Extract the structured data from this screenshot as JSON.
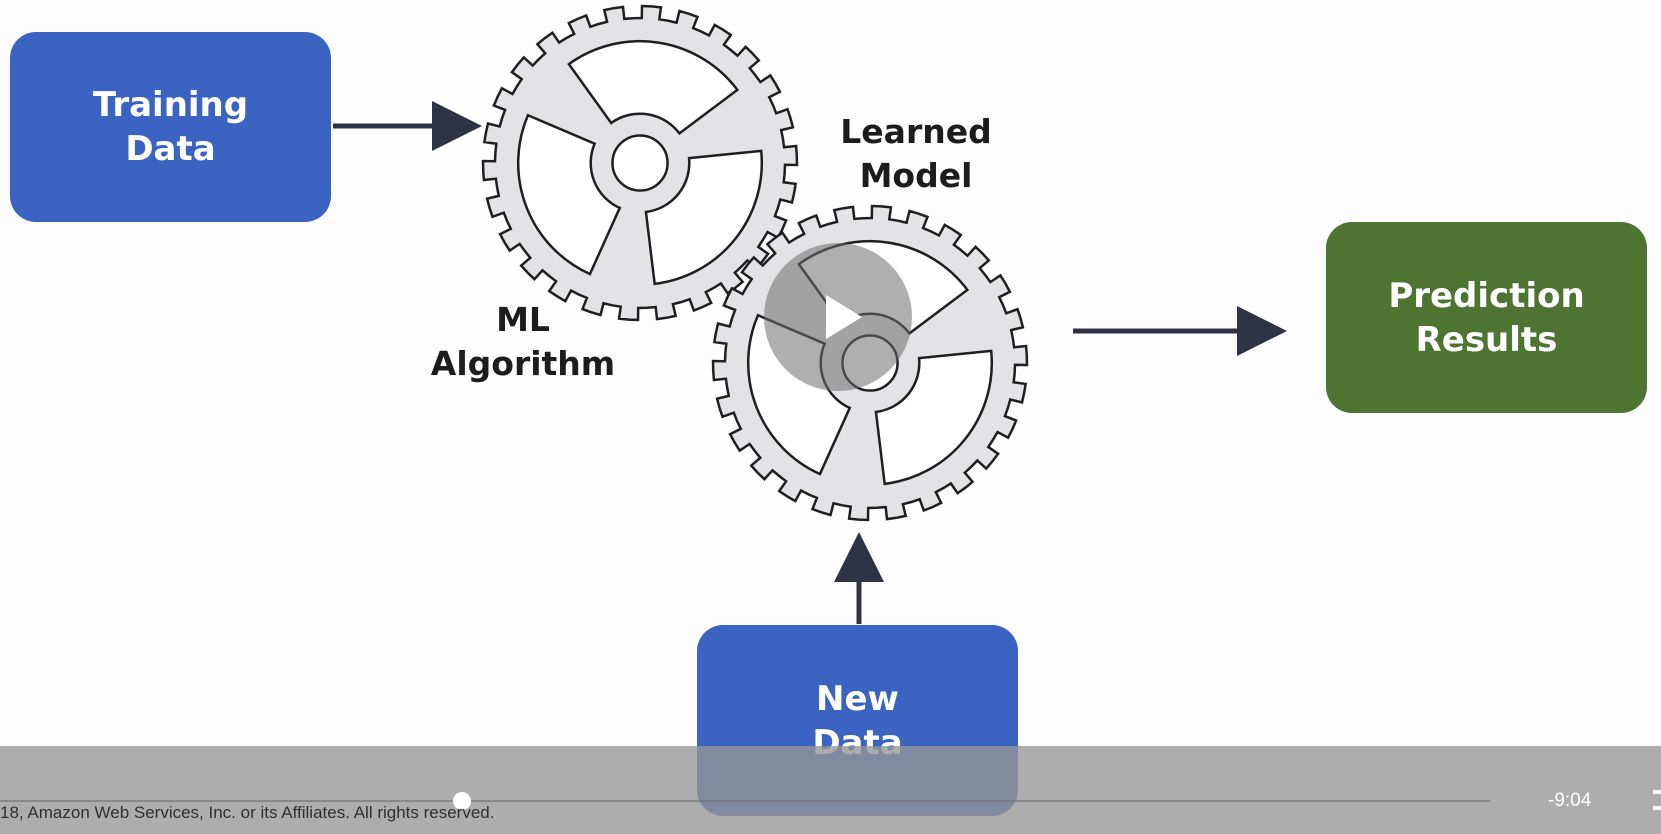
{
  "diagram": {
    "training_data": [
      "Training",
      "Data"
    ],
    "ml_algorithm": [
      "ML",
      "Algorithm"
    ],
    "learned_model": [
      "Learned",
      "Model"
    ],
    "new_data": [
      "New",
      "Data"
    ],
    "prediction_results": [
      "Prediction",
      "Results"
    ]
  },
  "player": {
    "copyright": "18, Amazon Web Services, Inc. or its Affiliates. All rights reserved.",
    "time_remaining": "-9:04",
    "progress": 0.31
  },
  "icons": {
    "play": "play-icon",
    "fullscreen": "fullscreen-exit-icon"
  },
  "colors": {
    "blue_box": "#3a63c2",
    "green_box": "#4d7430",
    "gear_fill": "#e3e3e5",
    "arrow": "#2e3346"
  }
}
